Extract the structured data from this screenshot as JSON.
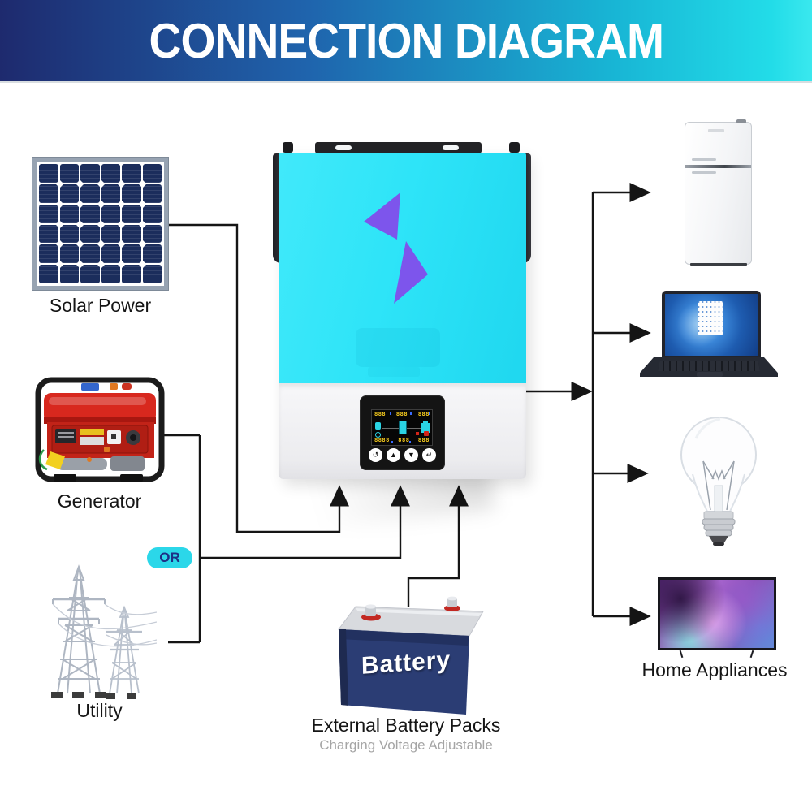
{
  "banner": {
    "title": "CONNECTION DIAGRAM"
  },
  "sources": {
    "solar": {
      "label": "Solar Power",
      "grid": {
        "rows": 6,
        "cols": 6
      }
    },
    "generator": {
      "label": "Generator"
    },
    "or_badge": {
      "label": "OR"
    },
    "utility": {
      "label": "Utility"
    }
  },
  "inverter": {
    "display": {
      "top_row": [
        "888",
        "888",
        "888"
      ],
      "bottom_row": [
        "8888",
        "888",
        "888"
      ],
      "buttons": [
        {
          "name": "esc",
          "glyph": "↺"
        },
        {
          "name": "up",
          "glyph": "▲"
        },
        {
          "name": "down",
          "glyph": "▼"
        },
        {
          "name": "enter",
          "glyph": "↵"
        }
      ]
    }
  },
  "battery": {
    "face_label": "Battery",
    "title": "External Battery Packs",
    "subtitle": "Charging Voltage Adjustable"
  },
  "appliances": {
    "label": "Home Appliances",
    "items": [
      "refrigerator",
      "laptop",
      "light-bulb",
      "television"
    ]
  },
  "colors": {
    "banner_from": "#1e2a6e",
    "banner_to": "#22dce8",
    "inverter_face": "#2ee4f8",
    "logo_purple": "#7d55ec",
    "or_badge_bg": "#2bd7e9",
    "or_badge_text": "#1d2f86",
    "battery_body": "#2b3d74",
    "connector": "#151515",
    "lcd_digit": "#ffd21f"
  }
}
